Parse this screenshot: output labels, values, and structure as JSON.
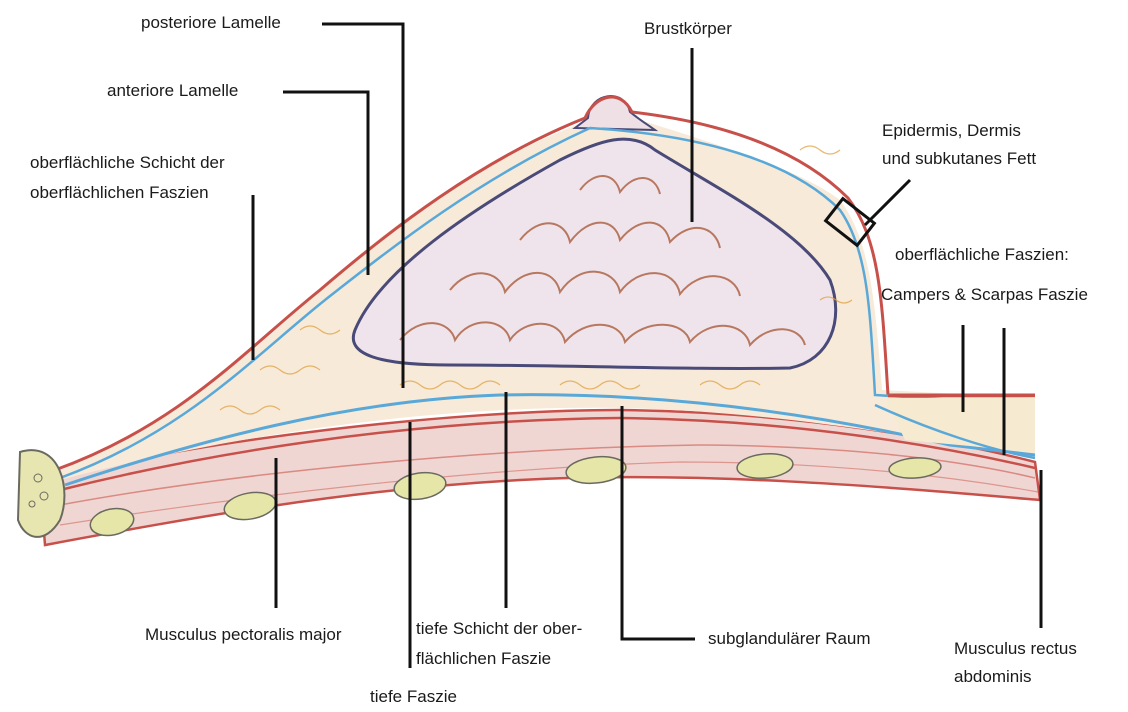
{
  "labels": {
    "posteriore_lamelle": "posteriore Lamelle",
    "anteriore_lamelle": "anteriore Lamelle",
    "oberflaechliche_schicht_1": "oberflächliche Schicht der",
    "oberflaechliche_schicht_2": "oberflächlichen Faszien",
    "brustkoerper": "Brustkörper",
    "epidermis_1": "Epidermis, Dermis",
    "epidermis_2": "und subkutanes Fett",
    "oberflaechliche_faszien_1": "oberflächliche Faszien:",
    "oberflaechliche_faszien_2": "Campers & Scarpas Faszie",
    "pectoralis": "Musculus pectoralis major",
    "tiefe_schicht_1": "tiefe Schicht der ober-",
    "tiefe_schicht_2": "flächlichen Faszie",
    "subglandulaer": "subglandulärer Raum",
    "rectus_1": "Musculus rectus",
    "rectus_2": "abdominis",
    "tiefe_faszie": "tiefe Faszie"
  },
  "colors": {
    "skin_red": "#c8504a",
    "fascia_blue": "#5aa8d8",
    "fat_orange": "#e0a040",
    "gland_outline": "#4a4a78",
    "muscle_pink": "#f0d6d2",
    "rib_yellow": "#e6e6a8",
    "leader_line": "#111111"
  }
}
